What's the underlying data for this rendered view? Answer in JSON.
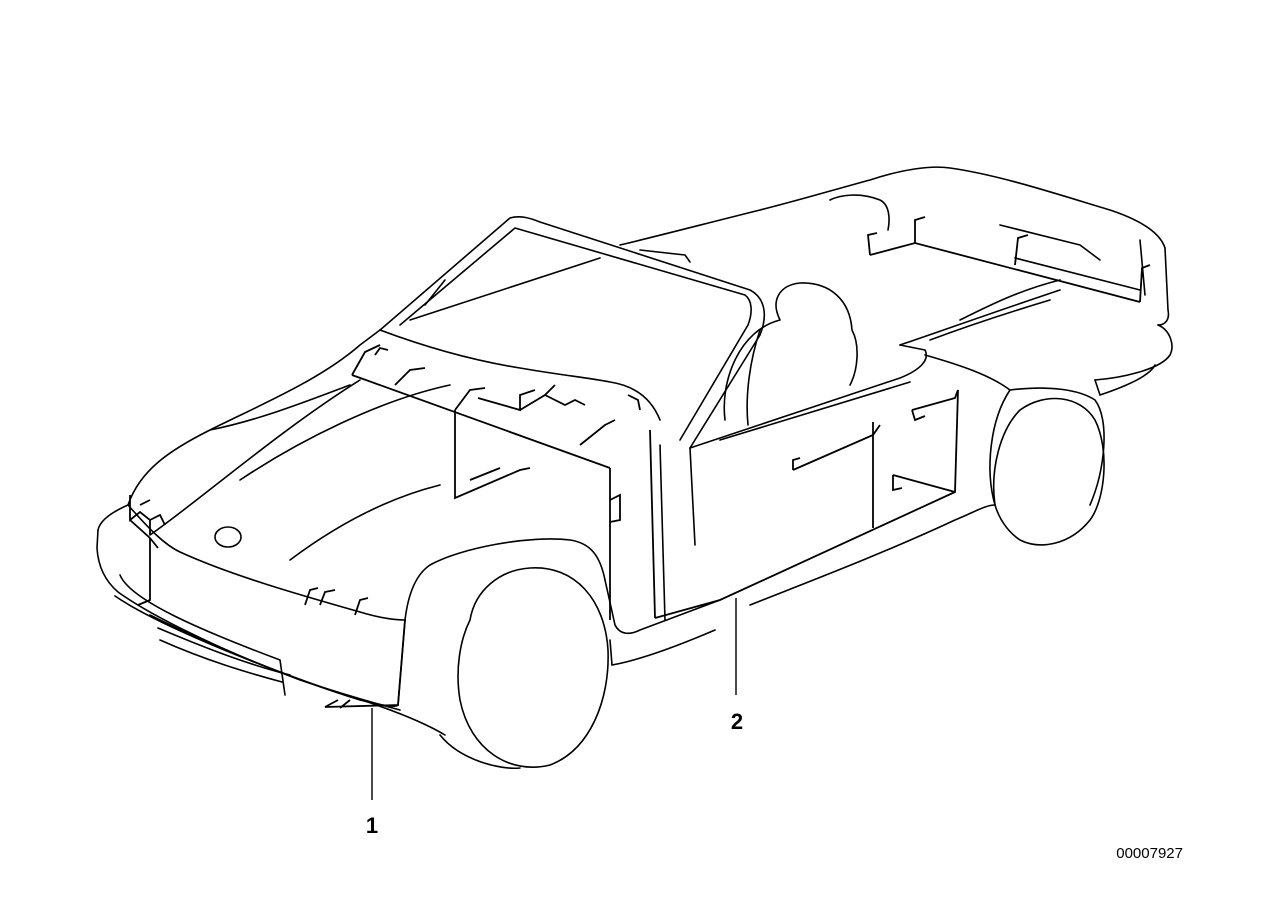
{
  "callouts": [
    {
      "label": "1"
    },
    {
      "label": "2"
    }
  ],
  "reference_number": "00007927",
  "colors": {
    "background": "#ffffff",
    "line": "#000000"
  }
}
